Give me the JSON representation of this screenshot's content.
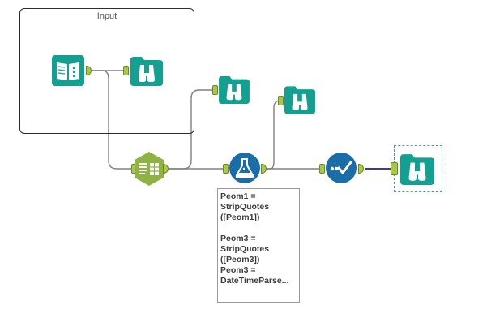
{
  "container": {
    "title": "Input"
  },
  "tools": {
    "input": {
      "icon": "book-icon"
    },
    "browse1": {
      "icon": "binoculars-icon"
    },
    "browse2": {
      "icon": "binoculars-icon"
    },
    "browse3": {
      "icon": "binoculars-icon"
    },
    "browse4": {
      "icon": "binoculars-icon"
    },
    "text_to_columns": {
      "icon": "text-to-columns-icon"
    },
    "formula": {
      "icon": "flask-icon"
    },
    "select": {
      "icon": "checkmark-dots-icon"
    }
  },
  "annotation": {
    "lines": [
      "Peom1 =",
      "StripQuotes",
      "([Peom1])",
      "",
      "Peom3 =",
      "StripQuotes",
      "([Peom3])",
      "Peom3 =",
      "DateTimeParse..."
    ]
  },
  "colors": {
    "tool_teal": "#13a090",
    "tool_green": "#8fb342",
    "tool_blue": "#1b6da8",
    "anchor_green": "#a7c94a",
    "connection_gray": "#808080",
    "connection_selected": "#3b3b9e",
    "selection_dashed": "#4a8bd6"
  }
}
